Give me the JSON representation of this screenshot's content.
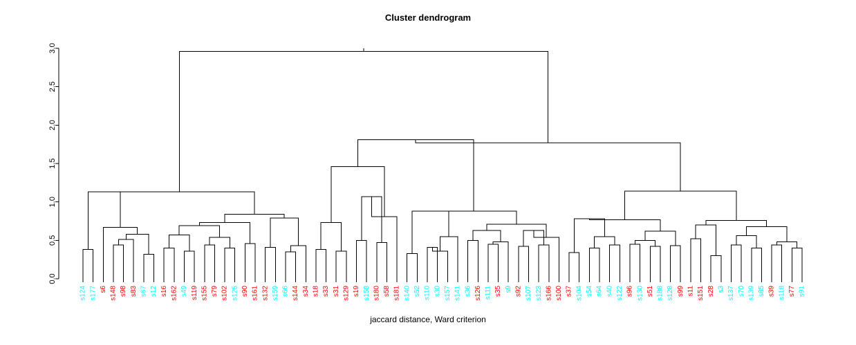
{
  "chart_data": {
    "type": "dendrogram",
    "title": "Cluster dendrogram",
    "xlabel": "jaccard distance, Ward criterion",
    "ylabel": "",
    "ylim": [
      0,
      3.0
    ],
    "yticks": [
      "0.0",
      "0.5",
      "1.0",
      "1.5",
      "2.0",
      "2.5",
      "3.0"
    ],
    "ytick_values": [
      0.0,
      0.5,
      1.0,
      1.5,
      2.0,
      2.5,
      3.0
    ],
    "grid": false,
    "legend": "none",
    "label_colors": {
      "cyan": "#00ffff",
      "red": "#ff0000"
    },
    "leaves": [
      {
        "label": "s124",
        "color": "cyan"
      },
      {
        "label": "s177",
        "color": "cyan"
      },
      {
        "label": "s6",
        "color": "red"
      },
      {
        "label": "s148",
        "color": "red"
      },
      {
        "label": "s98",
        "color": "red"
      },
      {
        "label": "s83",
        "color": "red"
      },
      {
        "label": "s67",
        "color": "cyan"
      },
      {
        "label": "s12",
        "color": "cyan"
      },
      {
        "label": "s16",
        "color": "red"
      },
      {
        "label": "s162",
        "color": "red"
      },
      {
        "label": "s49",
        "color": "cyan"
      },
      {
        "label": "s119",
        "color": "red"
      },
      {
        "label": "s155",
        "color": "red"
      },
      {
        "label": "s79",
        "color": "red"
      },
      {
        "label": "s102",
        "color": "red"
      },
      {
        "label": "s125",
        "color": "cyan"
      },
      {
        "label": "s90",
        "color": "red"
      },
      {
        "label": "s161",
        "color": "red"
      },
      {
        "label": "s132",
        "color": "red"
      },
      {
        "label": "s159",
        "color": "cyan"
      },
      {
        "label": "s66",
        "color": "cyan"
      },
      {
        "label": "s144",
        "color": "red"
      },
      {
        "label": "s34",
        "color": "red"
      },
      {
        "label": "s18",
        "color": "red"
      },
      {
        "label": "s33",
        "color": "red"
      },
      {
        "label": "s31",
        "color": "red"
      },
      {
        "label": "s129",
        "color": "red"
      },
      {
        "label": "s19",
        "color": "red"
      },
      {
        "label": "s158",
        "color": "cyan"
      },
      {
        "label": "s180",
        "color": "red"
      },
      {
        "label": "s58",
        "color": "red"
      },
      {
        "label": "s181",
        "color": "red"
      },
      {
        "label": "s140",
        "color": "cyan"
      },
      {
        "label": "s52",
        "color": "cyan"
      },
      {
        "label": "s110",
        "color": "cyan"
      },
      {
        "label": "s30",
        "color": "cyan"
      },
      {
        "label": "s157",
        "color": "cyan"
      },
      {
        "label": "s141",
        "color": "cyan"
      },
      {
        "label": "s36",
        "color": "cyan"
      },
      {
        "label": "s126",
        "color": "red"
      },
      {
        "label": "s111",
        "color": "cyan"
      },
      {
        "label": "s35",
        "color": "red"
      },
      {
        "label": "s9",
        "color": "cyan"
      },
      {
        "label": "s92",
        "color": "red"
      },
      {
        "label": "s107",
        "color": "cyan"
      },
      {
        "label": "s123",
        "color": "cyan"
      },
      {
        "label": "s166",
        "color": "red"
      },
      {
        "label": "s100",
        "color": "red"
      },
      {
        "label": "s37",
        "color": "red"
      },
      {
        "label": "s104",
        "color": "cyan"
      },
      {
        "label": "s54",
        "color": "cyan"
      },
      {
        "label": "s64",
        "color": "cyan"
      },
      {
        "label": "s40",
        "color": "cyan"
      },
      {
        "label": "s122",
        "color": "cyan"
      },
      {
        "label": "s96",
        "color": "red"
      },
      {
        "label": "s130",
        "color": "cyan"
      },
      {
        "label": "s51",
        "color": "red"
      },
      {
        "label": "s188",
        "color": "cyan"
      },
      {
        "label": "s128",
        "color": "cyan"
      },
      {
        "label": "s99",
        "color": "red"
      },
      {
        "label": "s11",
        "color": "red"
      },
      {
        "label": "s151",
        "color": "red"
      },
      {
        "label": "s28",
        "color": "red"
      },
      {
        "label": "s3",
        "color": "cyan"
      },
      {
        "label": "s137",
        "color": "cyan"
      },
      {
        "label": "s70",
        "color": "cyan"
      },
      {
        "label": "s139",
        "color": "cyan"
      },
      {
        "label": "s85",
        "color": "cyan"
      },
      {
        "label": "s39",
        "color": "red"
      },
      {
        "label": "s118",
        "color": "cyan"
      },
      {
        "label": "s77",
        "color": "red"
      },
      {
        "label": "s91",
        "color": "cyan"
      }
    ],
    "merges": [
      {
        "id": "m1",
        "left": {
          "leaf": 0
        },
        "right": {
          "leaf": 1
        },
        "height": 0.38
      },
      {
        "id": "m2",
        "left": {
          "leaf": 3
        },
        "right": {
          "leaf": 4
        },
        "height": 0.44
      },
      {
        "id": "m3",
        "left": {
          "node": "m2"
        },
        "right": {
          "leaf": 5
        },
        "height": 0.51
      },
      {
        "id": "m4",
        "left": {
          "leaf": 6
        },
        "right": {
          "leaf": 7
        },
        "height": 0.32
      },
      {
        "id": "m5",
        "left": {
          "node": "m3"
        },
        "right": {
          "node": "m4"
        },
        "height": 0.58
      },
      {
        "id": "m6",
        "left": {
          "leaf": 2
        },
        "right": {
          "node": "m5"
        },
        "height": 0.67
      },
      {
        "id": "m7",
        "left": {
          "node": "m1"
        },
        "right": {
          "node": "m6"
        },
        "height": 1.13
      },
      {
        "id": "m8",
        "left": {
          "leaf": 8
        },
        "right": {
          "leaf": 9
        },
        "height": 0.4
      },
      {
        "id": "m9",
        "left": {
          "leaf": 10
        },
        "right": {
          "leaf": 11
        },
        "height": 0.36
      },
      {
        "id": "m10",
        "left": {
          "node": "m8"
        },
        "right": {
          "node": "m9"
        },
        "height": 0.57
      },
      {
        "id": "m11",
        "left": {
          "leaf": 12
        },
        "right": {
          "leaf": 13
        },
        "height": 0.44
      },
      {
        "id": "m12",
        "left": {
          "leaf": 14
        },
        "right": {
          "leaf": 15
        },
        "height": 0.4
      },
      {
        "id": "m13",
        "left": {
          "node": "m11"
        },
        "right": {
          "node": "m12"
        },
        "height": 0.54
      },
      {
        "id": "m14",
        "left": {
          "node": "m10"
        },
        "right": {
          "node": "m13"
        },
        "height": 0.69
      },
      {
        "id": "m15",
        "left": {
          "leaf": 16
        },
        "right": {
          "leaf": 17
        },
        "height": 0.46
      },
      {
        "id": "m16",
        "left": {
          "node": "m14"
        },
        "right": {
          "node": "m15"
        },
        "height": 0.73
      },
      {
        "id": "m17",
        "left": {
          "leaf": 18
        },
        "right": {
          "leaf": 19
        },
        "height": 0.41
      },
      {
        "id": "m18",
        "left": {
          "leaf": 20
        },
        "right": {
          "leaf": 21
        },
        "height": 0.35
      },
      {
        "id": "m19",
        "left": {
          "node": "m18"
        },
        "right": {
          "leaf": 22
        },
        "height": 0.43
      },
      {
        "id": "m20",
        "left": {
          "node": "m17"
        },
        "right": {
          "node": "m19"
        },
        "height": 0.79
      },
      {
        "id": "m21",
        "left": {
          "node": "m16"
        },
        "right": {
          "node": "m20"
        },
        "height": 0.84
      },
      {
        "id": "m22",
        "left": {
          "node": "m7"
        },
        "right": {
          "node": "m21"
        },
        "height": 1.13
      },
      {
        "id": "m23",
        "left": {
          "leaf": 23
        },
        "right": {
          "leaf": 24
        },
        "height": 0.38
      },
      {
        "id": "m24",
        "left": {
          "leaf": 25
        },
        "right": {
          "leaf": 26
        },
        "height": 0.36
      },
      {
        "id": "m25",
        "left": {
          "node": "m23"
        },
        "right": {
          "node": "m24"
        },
        "height": 0.73
      },
      {
        "id": "m26",
        "left": {
          "leaf": 27
        },
        "right": {
          "leaf": 28
        },
        "height": 0.5
      },
      {
        "id": "m27",
        "left": {
          "leaf": 29
        },
        "right": {
          "leaf": 30
        },
        "height": 0.47
      },
      {
        "id": "m28",
        "left": {
          "node": "m26"
        },
        "right": {
          "node": "m27"
        },
        "height": 1.07
      },
      {
        "id": "m29",
        "left": {
          "node": "m28"
        },
        "right": {
          "leaf": 31
        },
        "height": 0.81
      },
      {
        "id": "m30",
        "left": {
          "node": "m25"
        },
        "right": {
          "node": "m29"
        },
        "height": 1.46
      },
      {
        "id": "m31",
        "left": {
          "leaf": 32
        },
        "right": {
          "leaf": 33
        },
        "height": 0.33
      },
      {
        "id": "m32",
        "left": {
          "leaf": 34
        },
        "right": {
          "leaf": 35
        },
        "height": 0.41
      },
      {
        "id": "m33",
        "left": {
          "node": "m32"
        },
        "right": {
          "leaf": 36
        },
        "height": 0.36
      },
      {
        "id": "m34",
        "left": {
          "node": "m33"
        },
        "right": {
          "leaf": 37
        },
        "height": 0.55
      },
      {
        "id": "m35",
        "left": {
          "node": "m31"
        },
        "right": {
          "node": "m34"
        },
        "height": 0.88
      },
      {
        "id": "m36",
        "left": {
          "leaf": 38
        },
        "right": {
          "leaf": 39
        },
        "height": 0.5
      },
      {
        "id": "m37",
        "left": {
          "leaf": 40
        },
        "right": {
          "leaf": 41
        },
        "height": 0.45
      },
      {
        "id": "m38",
        "left": {
          "node": "m37"
        },
        "right": {
          "leaf": 42
        },
        "height": 0.48
      },
      {
        "id": "m39",
        "left": {
          "node": "m36"
        },
        "right": {
          "node": "m38"
        },
        "height": 0.63
      },
      {
        "id": "m40",
        "left": {
          "leaf": 43
        },
        "right": {
          "leaf": 44
        },
        "height": 0.42
      },
      {
        "id": "m41",
        "left": {
          "leaf": 45
        },
        "right": {
          "leaf": 46
        },
        "height": 0.44
      },
      {
        "id": "m42",
        "left": {
          "node": "m40"
        },
        "right": {
          "node": "m41"
        },
        "height": 0.63
      },
      {
        "id": "m43",
        "left": {
          "node": "m42"
        },
        "right": {
          "leaf": 47
        },
        "height": 0.54
      },
      {
        "id": "m44",
        "left": {
          "node": "m39"
        },
        "right": {
          "node": "m43"
        },
        "height": 0.71
      },
      {
        "id": "m45",
        "left": {
          "node": "m35"
        },
        "right": {
          "node": "m44"
        },
        "height": 0.88
      },
      {
        "id": "m46",
        "left": {
          "node": "m30"
        },
        "right": {
          "node": "m45"
        },
        "height": 1.81
      },
      {
        "id": "m47",
        "left": {
          "leaf": 48
        },
        "right": {
          "leaf": 49
        },
        "height": 0.34
      },
      {
        "id": "m48",
        "left": {
          "leaf": 50
        },
        "right": {
          "leaf": 51
        },
        "height": 0.4
      },
      {
        "id": "m49",
        "left": {
          "leaf": 52
        },
        "right": {
          "leaf": 53
        },
        "height": 0.44
      },
      {
        "id": "m50",
        "left": {
          "node": "m48"
        },
        "right": {
          "node": "m49"
        },
        "height": 0.55
      },
      {
        "id": "m51",
        "left": {
          "node": "m47"
        },
        "right": {
          "node": "m50"
        },
        "height": 0.78
      },
      {
        "id": "m52",
        "left": {
          "leaf": 54
        },
        "right": {
          "leaf": 55
        },
        "height": 0.45
      },
      {
        "id": "m53",
        "left": {
          "leaf": 56
        },
        "right": {
          "leaf": 57
        },
        "height": 0.42
      },
      {
        "id": "m54",
        "left": {
          "node": "m52"
        },
        "right": {
          "node": "m53"
        },
        "height": 0.5
      },
      {
        "id": "m55",
        "left": {
          "leaf": 58
        },
        "right": {
          "leaf": 59
        },
        "height": 0.43
      },
      {
        "id": "m56",
        "left": {
          "node": "m54"
        },
        "right": {
          "node": "m55"
        },
        "height": 0.62
      },
      {
        "id": "m57",
        "left": {
          "node": "m51"
        },
        "right": {
          "node": "m56"
        },
        "height": 0.77
      },
      {
        "id": "m58",
        "left": {
          "leaf": 60
        },
        "right": {
          "leaf": 61
        },
        "height": 0.52
      },
      {
        "id": "m59",
        "left": {
          "leaf": 62
        },
        "right": {
          "leaf": 63
        },
        "height": 0.3
      },
      {
        "id": "m60",
        "left": {
          "node": "m58"
        },
        "right": {
          "node": "m59"
        },
        "height": 0.7
      },
      {
        "id": "m61",
        "left": {
          "leaf": 64
        },
        "right": {
          "leaf": 65
        },
        "height": 0.44
      },
      {
        "id": "m62",
        "left": {
          "leaf": 66
        },
        "right": {
          "leaf": 67
        },
        "height": 0.4
      },
      {
        "id": "m63",
        "left": {
          "node": "m61"
        },
        "right": {
          "node": "m62"
        },
        "height": 0.56
      },
      {
        "id": "m64",
        "left": {
          "leaf": 68
        },
        "right": {
          "leaf": 69
        },
        "height": 0.44
      },
      {
        "id": "m65",
        "left": {
          "leaf": 70
        },
        "right": {
          "leaf": 71
        },
        "height": 0.4
      },
      {
        "id": "m66",
        "left": {
          "node": "m64"
        },
        "right": {
          "node": "m65"
        },
        "height": 0.48
      },
      {
        "id": "m67",
        "left": {
          "node": "m63"
        },
        "right": {
          "node": "m66"
        },
        "height": 0.68
      },
      {
        "id": "m68",
        "left": {
          "node": "m60"
        },
        "right": {
          "node": "m67"
        },
        "height": 0.76
      },
      {
        "id": "m69",
        "left": {
          "node": "m57"
        },
        "right": {
          "node": "m68"
        },
        "height": 1.14
      },
      {
        "id": "m70",
        "left": {
          "node": "m46"
        },
        "right": {
          "node": "m69"
        },
        "height": 1.77
      },
      {
        "id": "m71",
        "left": {
          "node": "m22"
        },
        "right": {
          "node": "m70"
        },
        "height": 2.96
      }
    ],
    "root": "m71",
    "layout": {
      "plot_left": 120,
      "plot_right": 1160,
      "plot_top": 70,
      "plot_bottom": 404,
      "axis_x": 85,
      "leaf_tick_len": 10
    }
  }
}
